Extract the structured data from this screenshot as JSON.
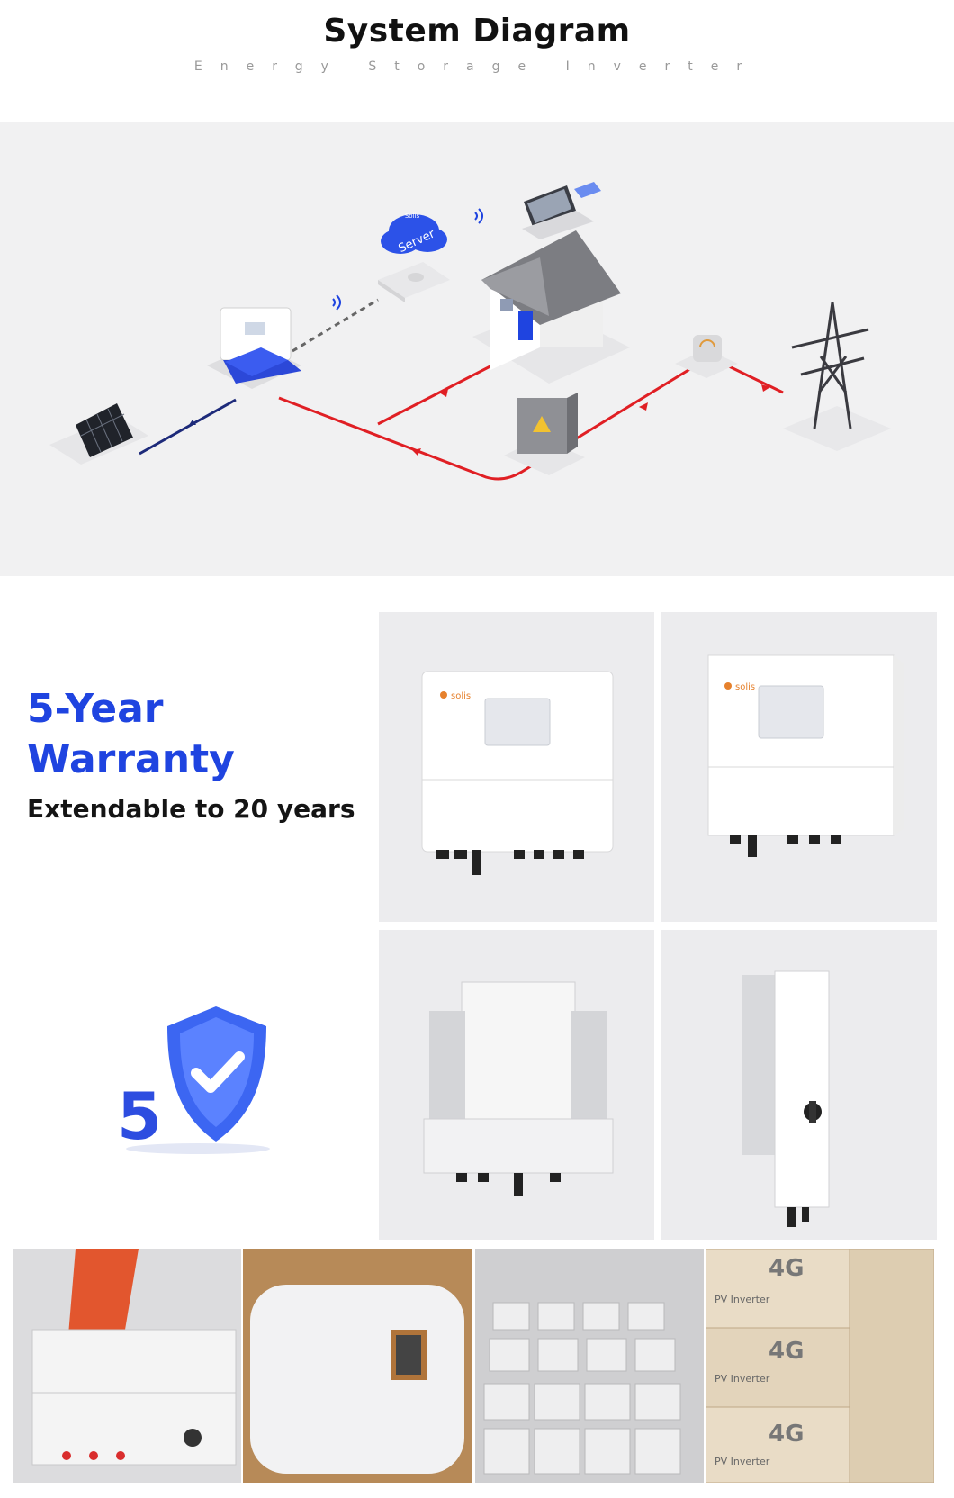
{
  "header": {
    "title": "System Diagram",
    "subtitle": "Energy Storage Inverter"
  },
  "diagram": {
    "server_label": "Server",
    "cloud_brand": "Solis"
  },
  "warranty": {
    "title_line1": "5-Year",
    "title_line2": "Warranty",
    "subtitle": "Extendable to 20 years",
    "badge_number": "5"
  },
  "products": {
    "brand": "solis"
  },
  "photos": {
    "box_label": "PV Inverter",
    "box_tag": "4G"
  },
  "colors": {
    "accent_blue": "#1f44e0",
    "ac_line": "#e01f24",
    "dc_line": "#1d2a7a",
    "panel_bg": "#f1f1f2"
  }
}
